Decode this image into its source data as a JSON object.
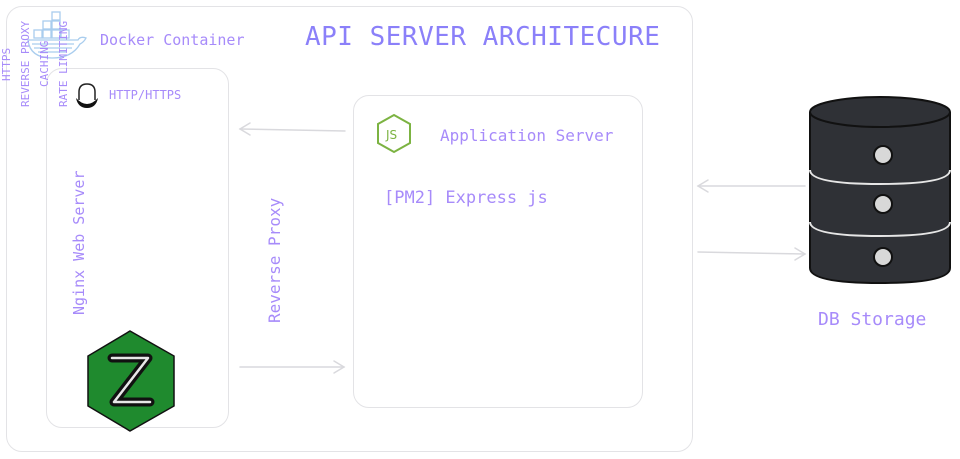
{
  "diagram": {
    "title": "API SERVER ARCHITECURE",
    "docker_container": {
      "label": "Docker Container",
      "icon": "docker-whale-icon"
    },
    "nginx": {
      "label": "Nginx Web Server",
      "protocol_label": "HTTP/HTTPS",
      "features": [
        "HTTPS",
        "REVERSE PROXY",
        "CACHING",
        "RATE LIMITING"
      ],
      "icon": "nginx-logo-icon"
    },
    "reverse_proxy_label": "Reverse Proxy",
    "app_server": {
      "title": "Application Server",
      "stack": "[PM2] Express js",
      "icon": "nodejs-icon"
    },
    "db": {
      "label": "DB Storage",
      "icon": "database-icon"
    },
    "colors": {
      "text": "#a78bfa",
      "box_border": "#e3e3e6",
      "arrow": "#d9d9dd",
      "nginx_green": "#1f8a2e",
      "db_dark": "#2f3136"
    }
  }
}
